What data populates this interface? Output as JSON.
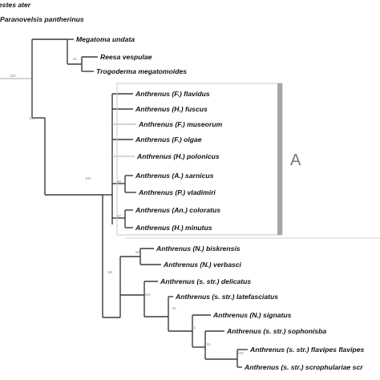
{
  "tree": {
    "taxa": [
      "estes ater",
      "Paranovelsis pantherinus",
      "Megatoma undata",
      "Reesa vespulae",
      "Trogoderma megatomoides",
      "Anthrenus (F.) flavidus",
      "Anthrenus (H.) fuscus",
      "Anthrenus (F.) museorum",
      "Anthrenus (F.) olgae",
      "Anthrenus (H.) polonicus",
      "Anthrenus (A.) sarnicus",
      "Anthrenus (P.) vladimiri",
      "Anthrenus (An.) coloratus",
      "Anthrenus (H.) minutus",
      "Anthrenus (N.) biskrensis",
      "Anthrenus (N.) verbasci",
      "Anthrenus (s. str.) delicatus",
      "Anthrenus (s. str.) latefasciatus",
      "Anthrenus (N.) signatus",
      "Anthrenus (s. str.) sophonisba",
      "Anthrenus (s. str.) flavipes flavipes",
      "Anthrenus (s. str.) scrophulariae scr"
    ],
    "support_values": [
      "100",
      "61",
      "100",
      "100",
      "96",
      "87",
      "86",
      "96",
      "100",
      "91",
      "51",
      "91",
      "100"
    ],
    "clade_label": "A"
  }
}
